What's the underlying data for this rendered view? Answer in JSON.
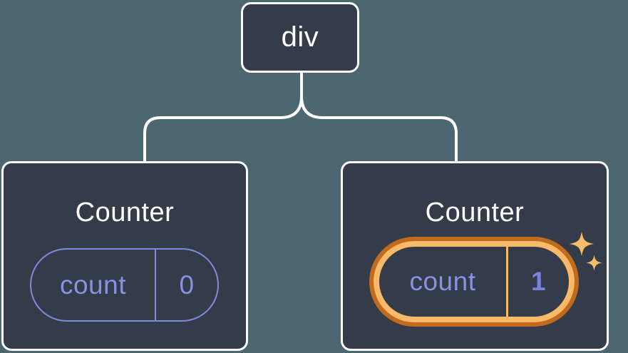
{
  "canvas": {
    "background": "#4D6770"
  },
  "palette": {
    "node_fill": "#353C49",
    "node_border": "#FFFFFF",
    "connector": "#FFFFFF",
    "accent_purple": "#8A90E2",
    "pill_border_purple": "#8287E1",
    "highlight_ring_outer": "#C26A1E",
    "highlight_ring_inner": "#F8B968",
    "sparkle": "#F8BD68",
    "text_white": "#FFFFFF"
  },
  "tree": {
    "root": {
      "label": "div"
    },
    "children": [
      {
        "title": "Counter",
        "state_key": "count",
        "state_value": "0",
        "highlighted": false
      },
      {
        "title": "Counter",
        "state_key": "count",
        "state_value": "1",
        "highlighted": true
      }
    ]
  }
}
